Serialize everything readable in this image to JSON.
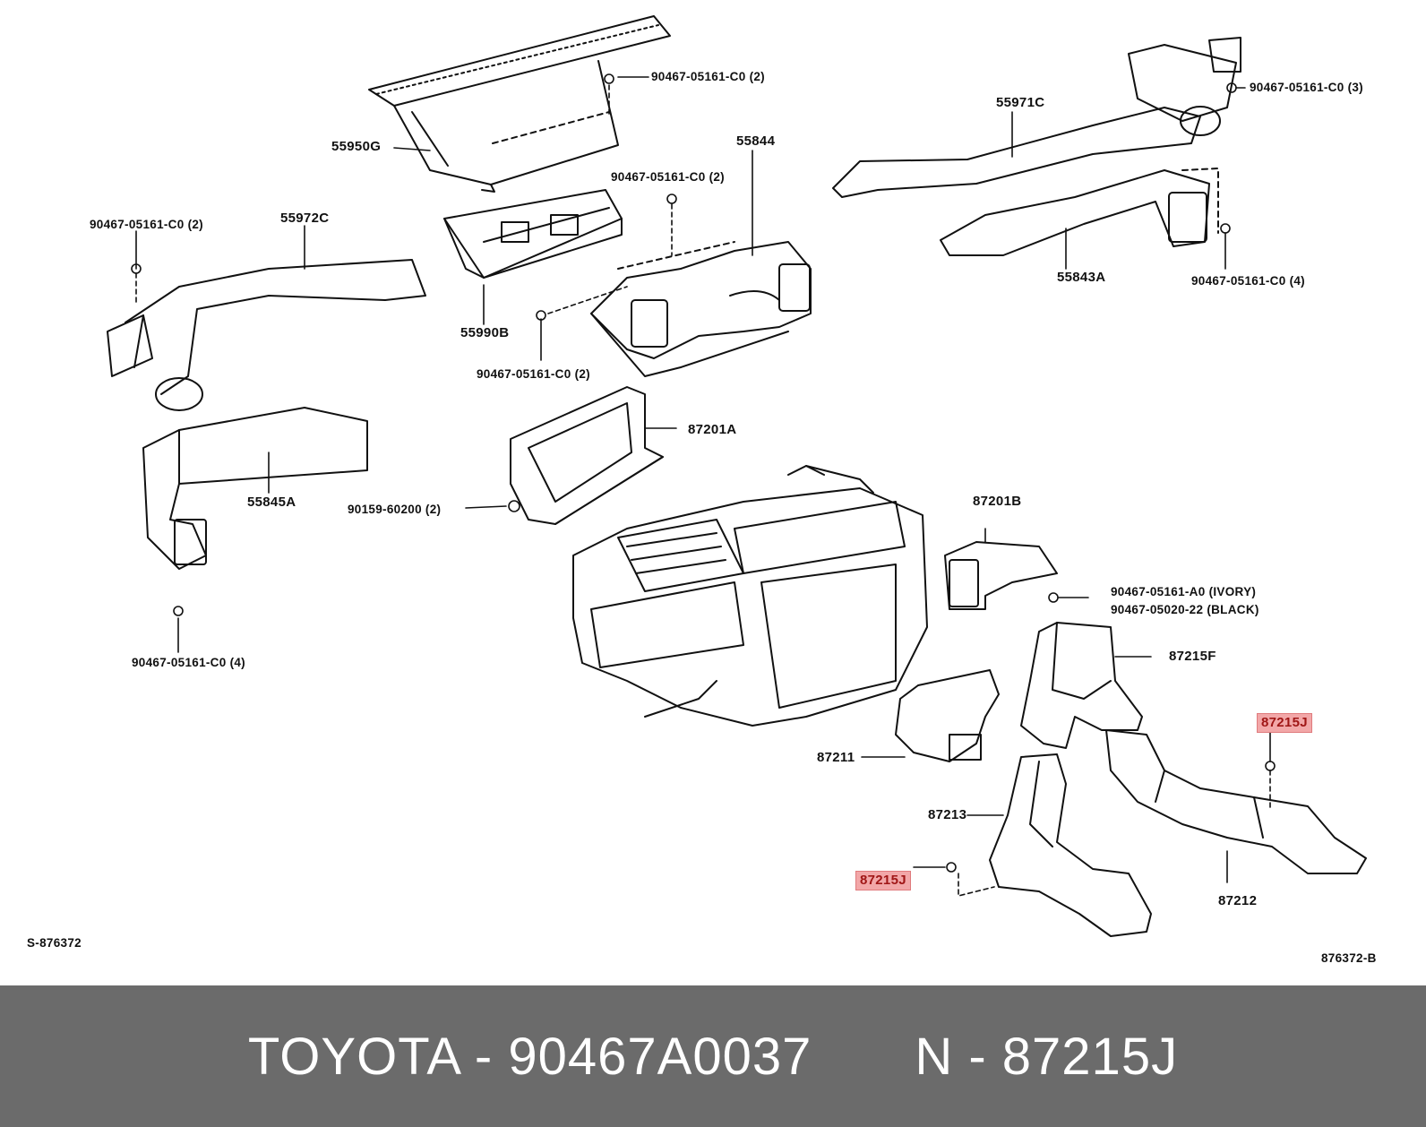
{
  "labels": {
    "p55950g": "55950G",
    "screw_55950g": "90467-05161-C0 (2)",
    "p55844": "55844",
    "screw_55844": "90467-05161-C0 (2)",
    "p55972c": "55972C",
    "screw_55972c": "90467-05161-C0 (2)",
    "p55990b": "55990B",
    "screw_55990b": "90467-05161-C0 (2)",
    "p55971c": "55971C",
    "screw_55971c": "90467-05161-C0 (3)",
    "p55843a": "55843A",
    "screw_55843a": "90467-05161-C0 (4)",
    "p87201a": "87201A",
    "p55845a": "55845A",
    "screw_90159": "90159-60200 (2)",
    "screw_55845a": "90467-05161-C0 (4)",
    "p87201b": "87201B",
    "screw_ivory": "90467-05161-A0 (IVORY)",
    "screw_black": "90467-05020-22 (BLACK)",
    "p87215f": "87215F",
    "p87215j_right": "87215J",
    "p87211": "87211",
    "p87213": "87213",
    "p87215j_left": "87215J",
    "p87212": "87212",
    "ref_left": "S-876372",
    "ref_right": "876372-B"
  },
  "footer": {
    "brand_part": "TOYOTA - 90467A0037",
    "ref_part": "N - 87215J"
  },
  "colors": {
    "footer_bg": "#6b6b6b",
    "highlight_bg": "#f2a7a8",
    "highlight_text": "#a01616"
  }
}
